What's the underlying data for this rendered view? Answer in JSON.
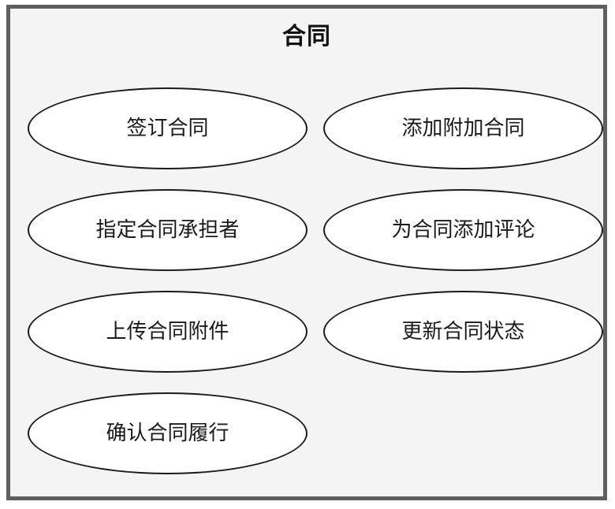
{
  "diagram": {
    "type": "use-case-diagram",
    "boundary": {
      "title": "合同",
      "border_color": "#5f5f5f",
      "background_color": "#f4f4f4"
    },
    "ellipse_style": {
      "fill": "#ffffff",
      "stroke": "#1a1a1a",
      "text_color": "#1a1a1a"
    },
    "use_cases": [
      {
        "id": "sign-contract",
        "label": "签订合同",
        "column": "left",
        "row": 1
      },
      {
        "id": "add-supplement",
        "label": "添加附加合同",
        "column": "right",
        "row": 1
      },
      {
        "id": "assign-owner",
        "label": "指定合同承担者",
        "column": "left",
        "row": 2
      },
      {
        "id": "add-comment",
        "label": "为合同添加评论",
        "column": "right",
        "row": 2
      },
      {
        "id": "upload-attachment",
        "label": "上传合同附件",
        "column": "left",
        "row": 3
      },
      {
        "id": "update-status",
        "label": "更新合同状态",
        "column": "right",
        "row": 3
      },
      {
        "id": "confirm-fulfillment",
        "label": "确认合同履行",
        "column": "left",
        "row": 4
      }
    ]
  }
}
